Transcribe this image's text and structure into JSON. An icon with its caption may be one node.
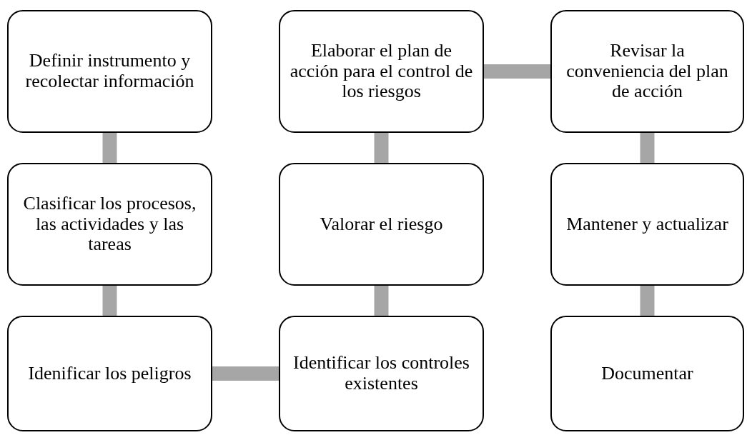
{
  "diagram": {
    "nodes": [
      {
        "text": [
          "Definir instrumento y recolectar información"
        ]
      },
      {
        "text": [
          "Clasificar los procesos, las actividades y las tareas"
        ]
      },
      {
        "text": [
          "Idenificar los peligros"
        ]
      },
      {
        "text": [
          "Identificar los controles existentes"
        ]
      },
      {
        "text": [
          "Valorar el riesgo"
        ]
      },
      {
        "text": [
          "Elaborar el plan de acción para el control de los riesgos"
        ]
      },
      {
        "text": [
          "Revisar la conveniencia del plan de acción"
        ]
      },
      {
        "text": [
          "Mantener y actualizar"
        ]
      },
      {
        "text": [
          "Documentar"
        ]
      }
    ],
    "edges": [
      {
        "from": 0,
        "to": 1,
        "arrow": "none"
      },
      {
        "from": 1,
        "to": 2,
        "arrow": "none"
      },
      {
        "from": 2,
        "to": 3,
        "arrow": "none"
      },
      {
        "from": 3,
        "to": 4,
        "arrow": "none"
      },
      {
        "from": 4,
        "to": 5,
        "arrow": "none"
      },
      {
        "from": 5,
        "to": 6,
        "arrow": "none"
      },
      {
        "from": 6,
        "to": 7,
        "arrow": "none"
      },
      {
        "from": 7,
        "to": 8,
        "arrow": "none"
      }
    ]
  }
}
